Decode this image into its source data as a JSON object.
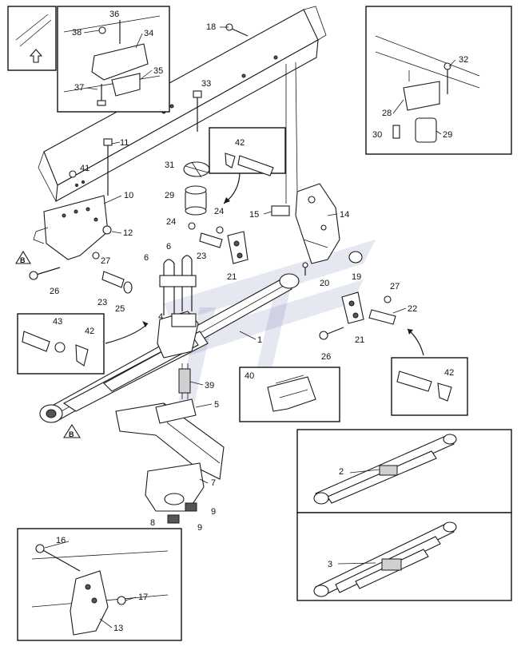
{
  "callouts": {
    "c1": "1",
    "c2": "2",
    "c3": "3",
    "c4": "4",
    "c5": "5",
    "c6a": "6",
    "c6b": "6",
    "c7": "7",
    "c8": "8",
    "c9a": "9",
    "c9b": "9",
    "c10": "10",
    "c11": "11",
    "c12": "12",
    "c13": "13",
    "c14": "14",
    "c15": "15",
    "c16": "16",
    "c17": "17",
    "c18": "18",
    "c19": "19",
    "c20": "20",
    "c21a": "21",
    "c21b": "21",
    "c22": "22",
    "c23a": "23",
    "c23b": "23",
    "c24a": "24",
    "c24b": "24",
    "c25": "25",
    "c26a": "26",
    "c26b": "26",
    "c27a": "27",
    "c27b": "27",
    "c28": "28",
    "c29a": "29",
    "c29b": "29",
    "c30": "30",
    "c31": "31",
    "c32": "32",
    "c33": "33",
    "c34": "34",
    "c35": "35",
    "c36": "36",
    "c37": "37",
    "c38": "38",
    "c39": "39",
    "c40": "40",
    "c41": "41",
    "c42a": "42",
    "c42b": "42",
    "c42c": "42",
    "c43": "43"
  },
  "markers": {
    "ma": "B",
    "mb": "B"
  },
  "colors": {
    "ink": "#1a1a1a",
    "watermark": "#2a3a8a"
  }
}
